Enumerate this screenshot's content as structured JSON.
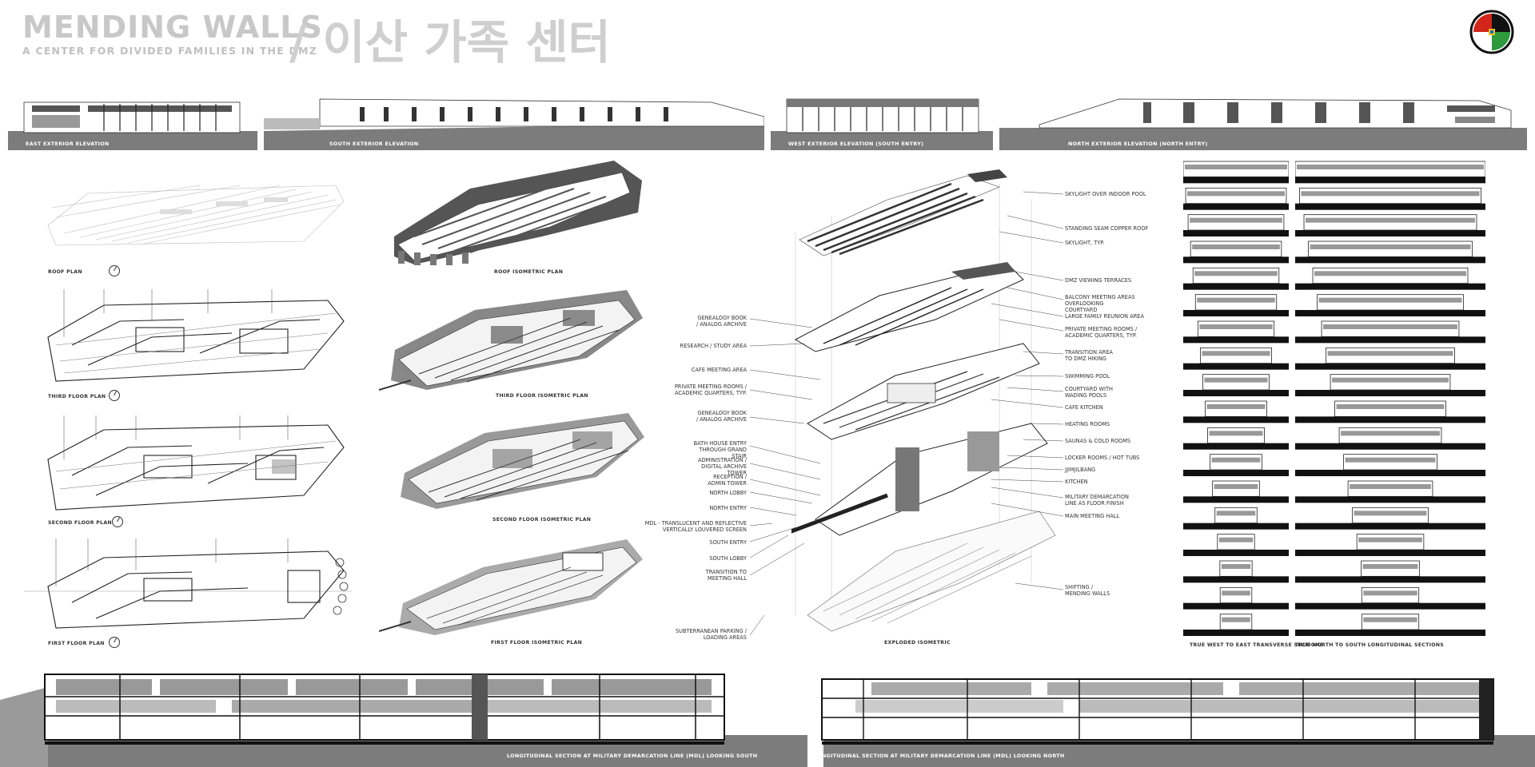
{
  "header": {
    "title": "MENDING WALLS",
    "subtitle": "A CENTER FOR DIVIDED FAMILIES IN THE DMZ",
    "korean_title": "/ 이산 가족 센터"
  },
  "elevations": [
    {
      "label": "EAST EXTERIOR ELEVATION"
    },
    {
      "label": "SOUTH EXTERIOR ELEVATION"
    },
    {
      "label": "WEST EXTERIOR ELEVATION (SOUTH ENTRY)"
    },
    {
      "label": "NORTH EXTERIOR ELEVATION (NORTH ENTRY)"
    }
  ],
  "plans": [
    {
      "label": "ROOF PLAN"
    },
    {
      "label": "THIRD FLOOR PLAN"
    },
    {
      "label": "SECOND FLOOR PLAN"
    },
    {
      "label": "FIRST FLOOR PLAN"
    }
  ],
  "isometrics": [
    {
      "label": "ROOF ISOMETRIC PLAN"
    },
    {
      "label": "THIRD FLOOR ISOMETRIC PLAN"
    },
    {
      "label": "SECOND FLOOR ISOMETRIC PLAN"
    },
    {
      "label": "FIRST FLOOR ISOMETRIC PLAN"
    }
  ],
  "exploded": {
    "label": "EXPLODED ISOMETRIC",
    "left_annotations": [
      "GENEALOGY BOOK / ANALOG ARCHIVE",
      "RESEARCH / STUDY AREA",
      "CAFE MEETING AREA",
      "PRIVATE MEETING ROOMS / ACADEMIC QUARTERS, TYP.",
      "GENEALOGY BOOK / ANALOG ARCHIVE",
      "BATH HOUSE ENTRY THROUGH GRAND STAIR",
      "ADMINISTRATION / DIGITAL ARCHIVE TOWER",
      "RECEPTION / ADMIN TOWER",
      "NORTH LOBBY",
      "NORTH ENTRY",
      "MDL - TRANSLUCENT AND REFLECTIVE VERTICALLY LOUVERED SCREEN",
      "SOUTH ENTRY",
      "SOUTH LOBBY",
      "TRANSITION TO MEETING HALL",
      "SUBTERRANEAN PARKING / LOADING AREAS"
    ],
    "right_annotations": [
      "SKYLIGHT OVER INDOOR POOL",
      "STANDING SEAM COPPER ROOF",
      "SKYLIGHT, TYP.",
      "DMZ VIEWING TERRACES",
      "BALCONY MEETING AREAS OVERLOOKING COURTYARD",
      "LARGE FAMILY REUNION AREA",
      "PRIVATE MEETING ROOMS / ACADEMIC QUARTERS, TYP.",
      "TRANSITION AREA TO DMZ HIKING",
      "SWIMMING POOL",
      "COURTYARD WITH WADING POOLS",
      "CAFE KITCHEN",
      "HEATING ROOMS",
      "SAUNAS & COLD ROOMS",
      "LOCKER ROOMS / HOT TUBS",
      "JJIMJILBANG",
      "KITCHEN",
      "MILITARY DEMARCATION LINE AS FLOOR FINISH",
      "MAIN MEETING HALL",
      "SHIFTING / MENDING WALLS"
    ]
  },
  "sections": {
    "transverse_label": "TRUE WEST TO EAST TRANSVERSE SECTIONS",
    "longitudinal_label": "TRUE NORTH TO SOUTH LONGITUDINAL SECTIONS",
    "bottom_left_label": "LONGITUDINAL SECTION AT MILITARY DEMARCATION LINE (MDL) LOOKING SOUTH",
    "bottom_right_label": "LONGITUDINAL SECTION AT MILITARY DEMARCATION LINE (MDL) LOOKING NORTH"
  },
  "colors": {
    "ground": "#7c7c7c",
    "title": "#c8c8c8",
    "logo_red": "#d2261b",
    "logo_green": "#2e9a3c",
    "logo_yellow": "#f1c21b",
    "logo_blue": "#1e6fb8"
  },
  "icons": {
    "logo": "four-color-circle-logo",
    "compass": "north-arrow-icon"
  }
}
